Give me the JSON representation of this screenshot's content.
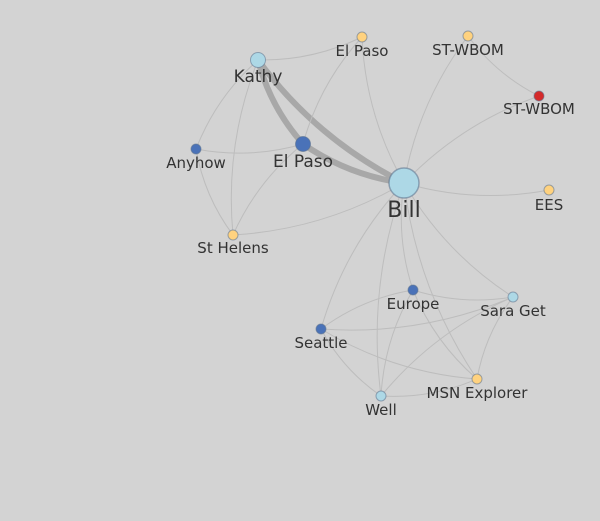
{
  "graph": {
    "nodes": [
      {
        "id": "bill",
        "label": "Bill",
        "color": "#add8e6",
        "size": "large"
      },
      {
        "id": "kathy",
        "label": "Kathy",
        "color": "#add8e6",
        "size": "medium"
      },
      {
        "id": "elpaso-center",
        "label": "El Paso",
        "color": "#4a72b8",
        "size": "medium"
      },
      {
        "id": "elpaso-top",
        "label": "El Paso",
        "color": "#ffd27f",
        "size": "small"
      },
      {
        "id": "stwbom-top",
        "label": "ST-WBOM",
        "color": "#ffd27f",
        "size": "small"
      },
      {
        "id": "stwbom-red",
        "label": "ST-WBOM",
        "color": "#d42a2a",
        "size": "small"
      },
      {
        "id": "anyhow",
        "label": "Anyhow",
        "color": "#4a72b8",
        "size": "small"
      },
      {
        "id": "ees",
        "label": "EES",
        "color": "#ffd27f",
        "size": "small"
      },
      {
        "id": "sthelens",
        "label": "St Helens",
        "color": "#ffd27f",
        "size": "small"
      },
      {
        "id": "europe",
        "label": "Europe",
        "color": "#4a72b8",
        "size": "small"
      },
      {
        "id": "saraget",
        "label": "Sara Get",
        "color": "#add8e6",
        "size": "small"
      },
      {
        "id": "seattle",
        "label": "Seattle",
        "color": "#4a72b8",
        "size": "small"
      },
      {
        "id": "msnexplorer",
        "label": "MSN Explorer",
        "color": "#ffd27f",
        "size": "small"
      },
      {
        "id": "well",
        "label": "Well",
        "color": "#add8e6",
        "size": "small"
      }
    ],
    "edges": [
      {
        "source": "kathy",
        "target": "bill",
        "weight": "heavy"
      },
      {
        "source": "kathy",
        "target": "elpaso-center",
        "weight": "heavy"
      },
      {
        "source": "elpaso-center",
        "target": "bill",
        "weight": "heavy"
      },
      {
        "source": "kathy",
        "target": "elpaso-top",
        "weight": "light"
      },
      {
        "source": "kathy",
        "target": "anyhow",
        "weight": "light"
      },
      {
        "source": "kathy",
        "target": "sthelens",
        "weight": "light"
      },
      {
        "source": "elpaso-top",
        "target": "bill",
        "weight": "light"
      },
      {
        "source": "elpaso-top",
        "target": "elpaso-center",
        "weight": "light"
      },
      {
        "source": "stwbom-top",
        "target": "bill",
        "weight": "light"
      },
      {
        "source": "stwbom-top",
        "target": "stwbom-red",
        "weight": "light"
      },
      {
        "source": "stwbom-red",
        "target": "bill",
        "weight": "light"
      },
      {
        "source": "anyhow",
        "target": "elpaso-center",
        "weight": "light"
      },
      {
        "source": "anyhow",
        "target": "sthelens",
        "weight": "light"
      },
      {
        "source": "elpaso-center",
        "target": "sthelens",
        "weight": "light"
      },
      {
        "source": "sthelens",
        "target": "bill",
        "weight": "light"
      },
      {
        "source": "bill",
        "target": "ees",
        "weight": "light"
      },
      {
        "source": "bill",
        "target": "europe",
        "weight": "light"
      },
      {
        "source": "bill",
        "target": "saraget",
        "weight": "light"
      },
      {
        "source": "bill",
        "target": "seattle",
        "weight": "light"
      },
      {
        "source": "bill",
        "target": "msnexplorer",
        "weight": "light"
      },
      {
        "source": "bill",
        "target": "well",
        "weight": "light"
      },
      {
        "source": "europe",
        "target": "saraget",
        "weight": "light"
      },
      {
        "source": "europe",
        "target": "seattle",
        "weight": "light"
      },
      {
        "source": "europe",
        "target": "msnexplorer",
        "weight": "light"
      },
      {
        "source": "europe",
        "target": "well",
        "weight": "light"
      },
      {
        "source": "seattle",
        "target": "saraget",
        "weight": "light"
      },
      {
        "source": "seattle",
        "target": "msnexplorer",
        "weight": "light"
      },
      {
        "source": "seattle",
        "target": "well",
        "weight": "light"
      },
      {
        "source": "saraget",
        "target": "msnexplorer",
        "weight": "light"
      },
      {
        "source": "saraget",
        "target": "well",
        "weight": "light"
      },
      {
        "source": "well",
        "target": "msnexplorer",
        "weight": "light"
      }
    ]
  }
}
